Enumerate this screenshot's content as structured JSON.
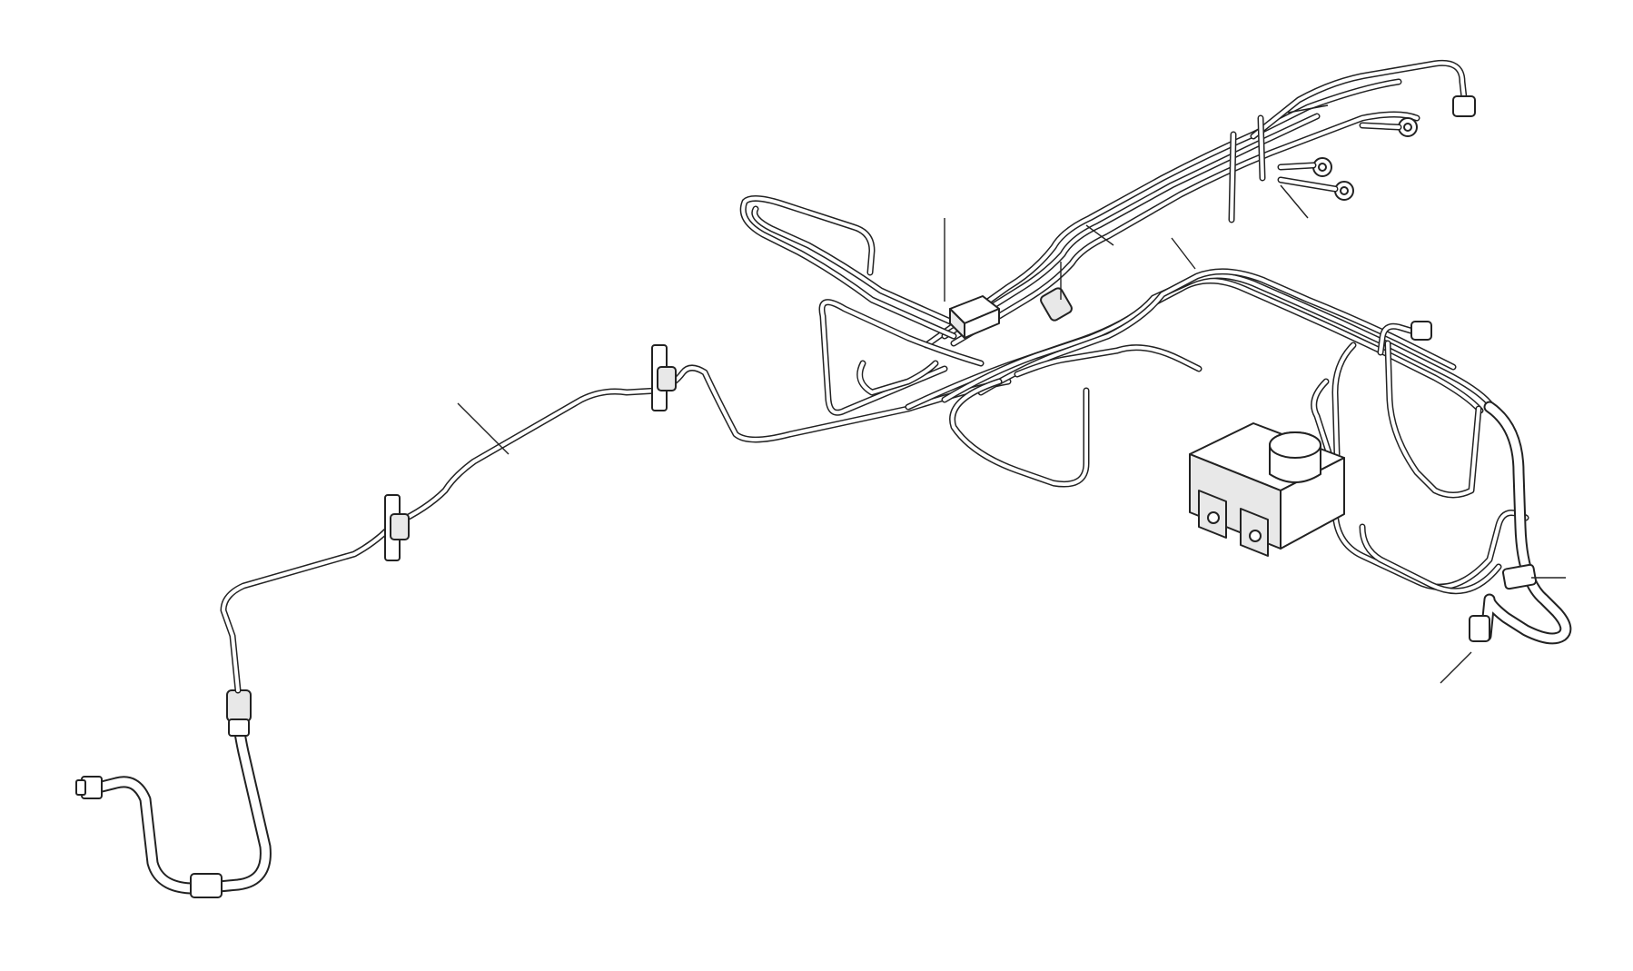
{
  "diagram": {
    "background": "#ffffff",
    "line_color": "#222222",
    "components": [
      "rear-brake-hose-left",
      "rear-brake-line",
      "line-clip-1",
      "line-clip-2",
      "union-fitting",
      "line-bundle",
      "junction-block",
      "abs-modulator",
      "front-brake-hose-right",
      "banjo-fittings",
      "front-brake-line-connector"
    ],
    "leader_count": 9
  }
}
